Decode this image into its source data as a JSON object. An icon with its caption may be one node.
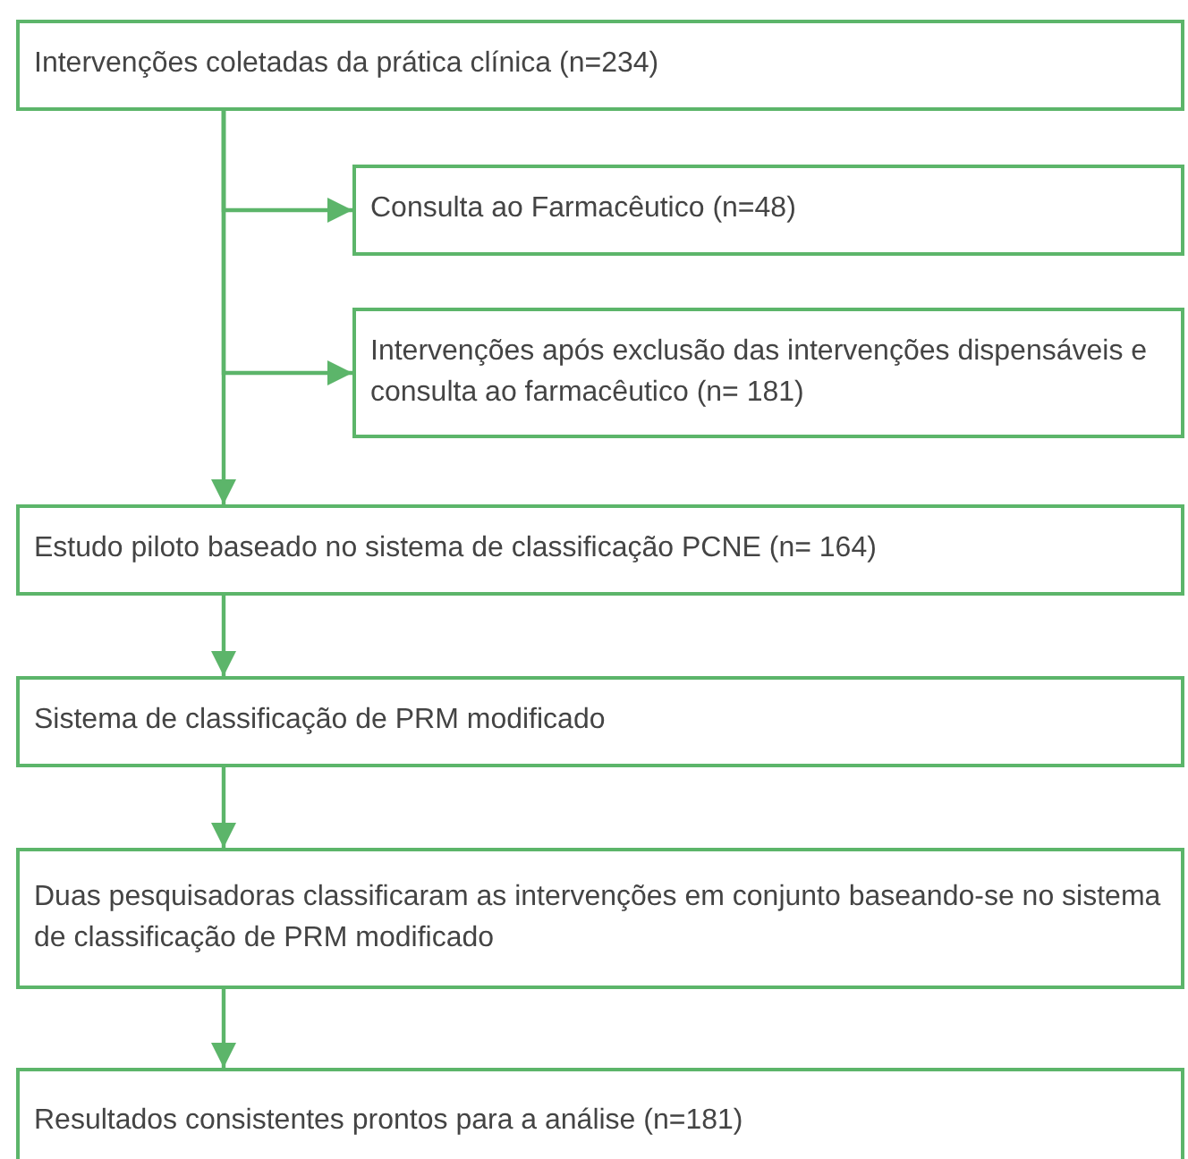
{
  "diagram": {
    "nodes": [
      {
        "text": [
          "Intervenções coletadas da prática clínica (n=234)"
        ]
      },
      {
        "text": [
          "Consulta ao Farmacêutico (n=48)"
        ]
      },
      {
        "text": [
          "Intervenções após exclusão das intervenções dispensáveis e consulta ao farmacêutico (n= 181)"
        ]
      },
      {
        "text": [
          "Estudo piloto baseado no sistema de classificação PCNE (n= 164)"
        ]
      },
      {
        "text": [
          "Sistema de classificação de PRM modificado"
        ]
      },
      {
        "text": [
          "Duas pesquisadoras classificaram as intervenções em conjunto baseando-se no sistema de classificação de PRM modificado"
        ]
      },
      {
        "text": [
          "Resultados consistentes prontos para a análise (n=181)"
        ]
      }
    ],
    "edges": [
      {
        "from": 0,
        "to": 1,
        "arrow": "to"
      },
      {
        "from": 0,
        "to": 2,
        "arrow": "to"
      },
      {
        "from": 0,
        "to": 3,
        "arrow": "to"
      },
      {
        "from": 3,
        "to": 4,
        "arrow": "to"
      },
      {
        "from": 4,
        "to": 5,
        "arrow": "to"
      },
      {
        "from": 5,
        "to": 6,
        "arrow": "to"
      }
    ]
  }
}
